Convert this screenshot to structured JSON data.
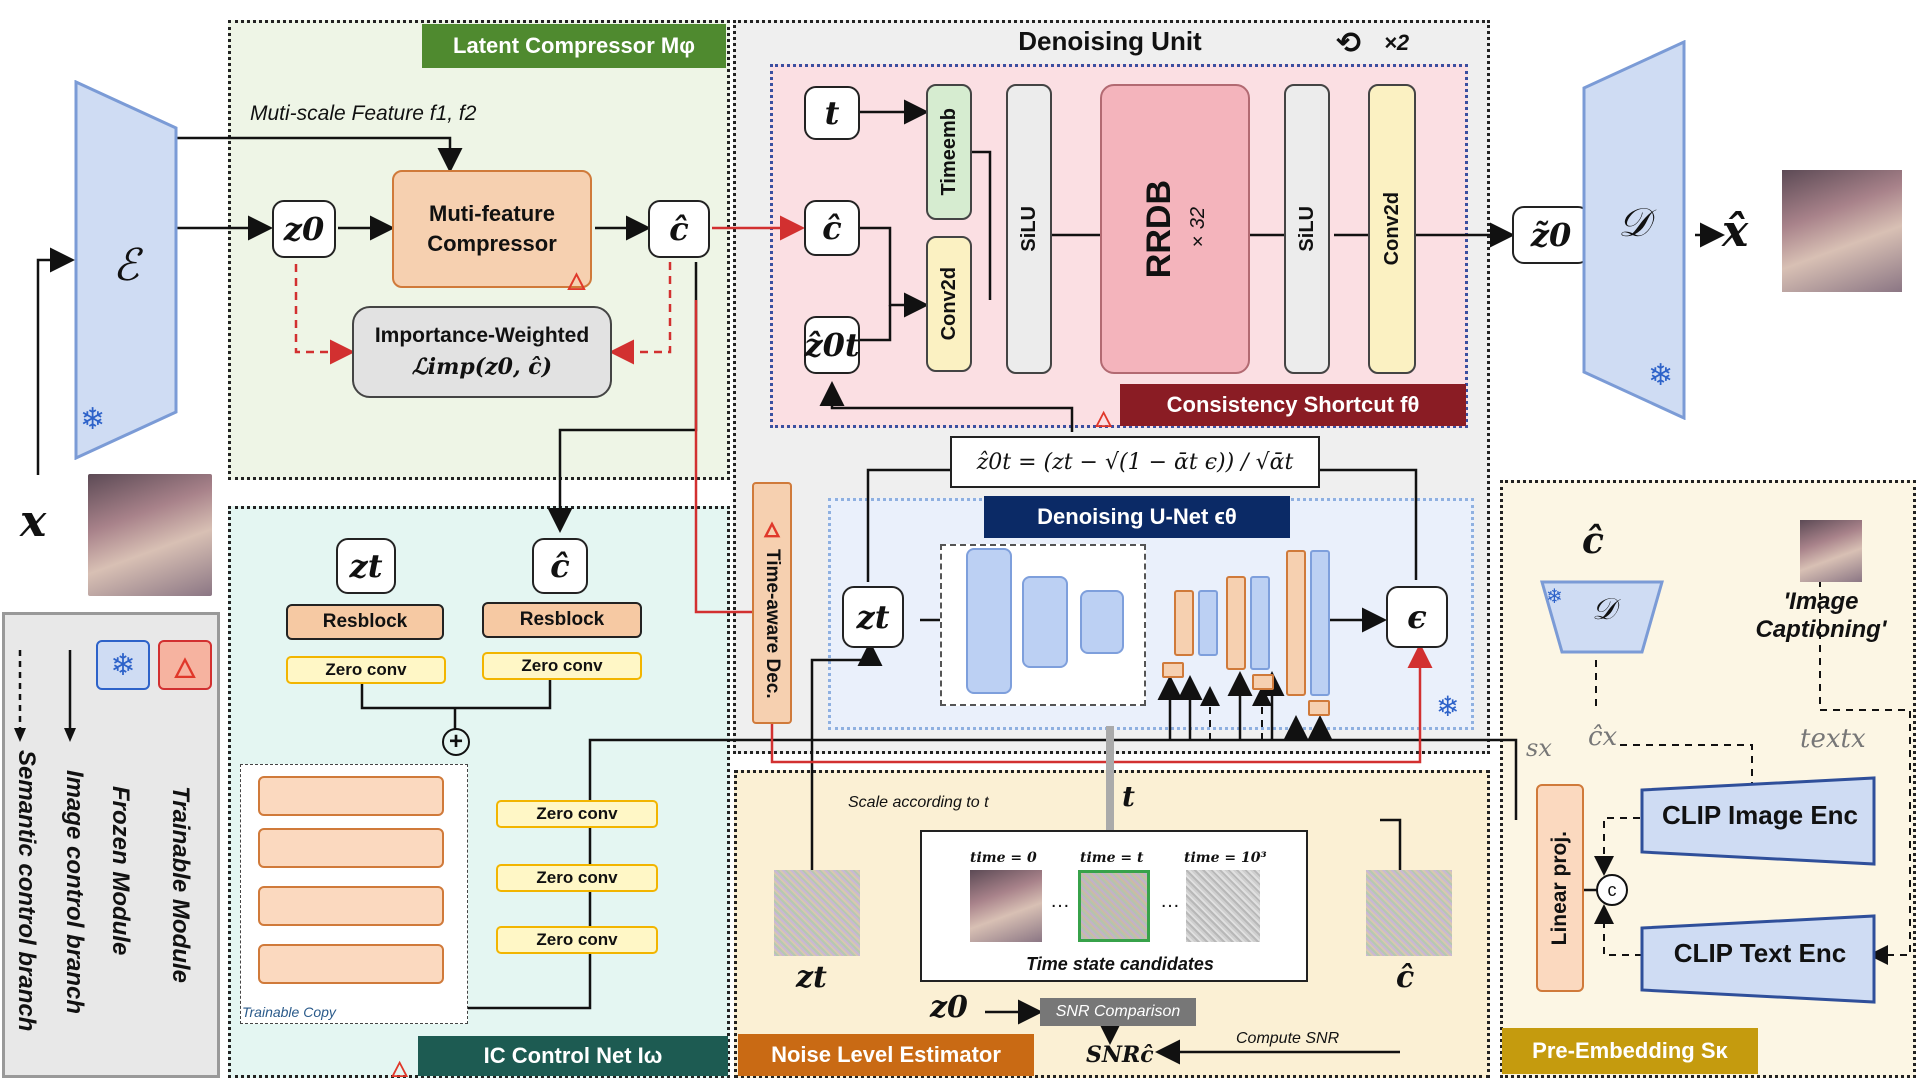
{
  "latent_compressor": {
    "title": "Latent Compressor Mφ",
    "feature_label": "Muti-scale Feature f1, f2",
    "compressor": "Muti-feature Compressor",
    "loss_title": "Importance-Weighted",
    "loss_formula": "ℒimp(z0, ĉ)"
  },
  "encoder": {
    "symbol": "ℰ",
    "input": "x"
  },
  "denoising_unit": {
    "title": "Denoising Unit",
    "repeat": "×2",
    "timeemb": "Timeemb",
    "conv2d": "Conv2d",
    "silu": "SiLU",
    "rrdb": "RRDB",
    "rrdb_mult": "×32",
    "shortcut": "Consistency Shortcut fθ",
    "formula": "ẑ0t = (zt − √(1 − ᾱt ϵ)) / √ᾱt",
    "unet_title": "Denoising U-Net ϵθ",
    "eps": "ϵ",
    "time_dec": "Time-aware Dec."
  },
  "nodes": {
    "t": "t",
    "c": "ĉ",
    "z0": "z0",
    "zt": "zt",
    "z0t": "ẑ0t",
    "z0tilde": "z̃0",
    "xhat": "x̂"
  },
  "decoder": {
    "symbol": "𝒟"
  },
  "ic_control": {
    "title": "IC Control Net Iω",
    "resblock": "Resblock",
    "zero_conv": "Zero conv",
    "trainable_copy": "Trainable Copy"
  },
  "noise_estimator": {
    "title": "Noise Level Estimator",
    "scale_label": "Scale according to t",
    "t_label": "t",
    "candidates_title": "Time state candidates",
    "time_labels": [
      "time = 0",
      "time = t",
      "time = 10³"
    ],
    "ellipsis": "…",
    "snr_comparison": "SNR Comparison",
    "snr": "SNRĉ",
    "compute_snr": "Compute SNR",
    "zt": "zt",
    "z0": "z0",
    "c": "ĉ"
  },
  "pre_embedding": {
    "title": "Pre-Embedding Sκ",
    "c": "ĉ",
    "d": "𝒟",
    "captioning": "'Image Captioning'",
    "s_x": "sx",
    "c_x": "ĉx",
    "text_x": "textx",
    "linear_proj": "Linear proj.",
    "clip_image": "CLIP Image Enc",
    "clip_text": "CLIP Text Enc",
    "concat": "c"
  },
  "legend": {
    "trainable": "Trainable Module",
    "frozen": "Frozen Module",
    "image_branch": "Image control branch",
    "semantic_branch": "Semantic control branch"
  },
  "colors": {
    "latent_bg": "#eef5e6",
    "latent_tag": "#4f8a2f",
    "denoise_bg": "#efefef",
    "pink_bg": "#fbdfe3",
    "shortcut_tag": "#8a1c24",
    "unet_bg": "#eaf0fb",
    "unet_tag": "#0b2a66",
    "ic_bg": "#e4f6f2",
    "ic_tag": "#1d5b52",
    "noise_bg": "#fbf0d4",
    "noise_tag": "#c96a14",
    "pre_bg": "#fcf6e4",
    "pre_tag": "#c59b0e",
    "encoder_fill": "#cfdcf3",
    "encoder_stroke": "#7b9bd6",
    "rrdb_fill": "#f4b4bc",
    "orange_fill": "#f6d0b0"
  }
}
